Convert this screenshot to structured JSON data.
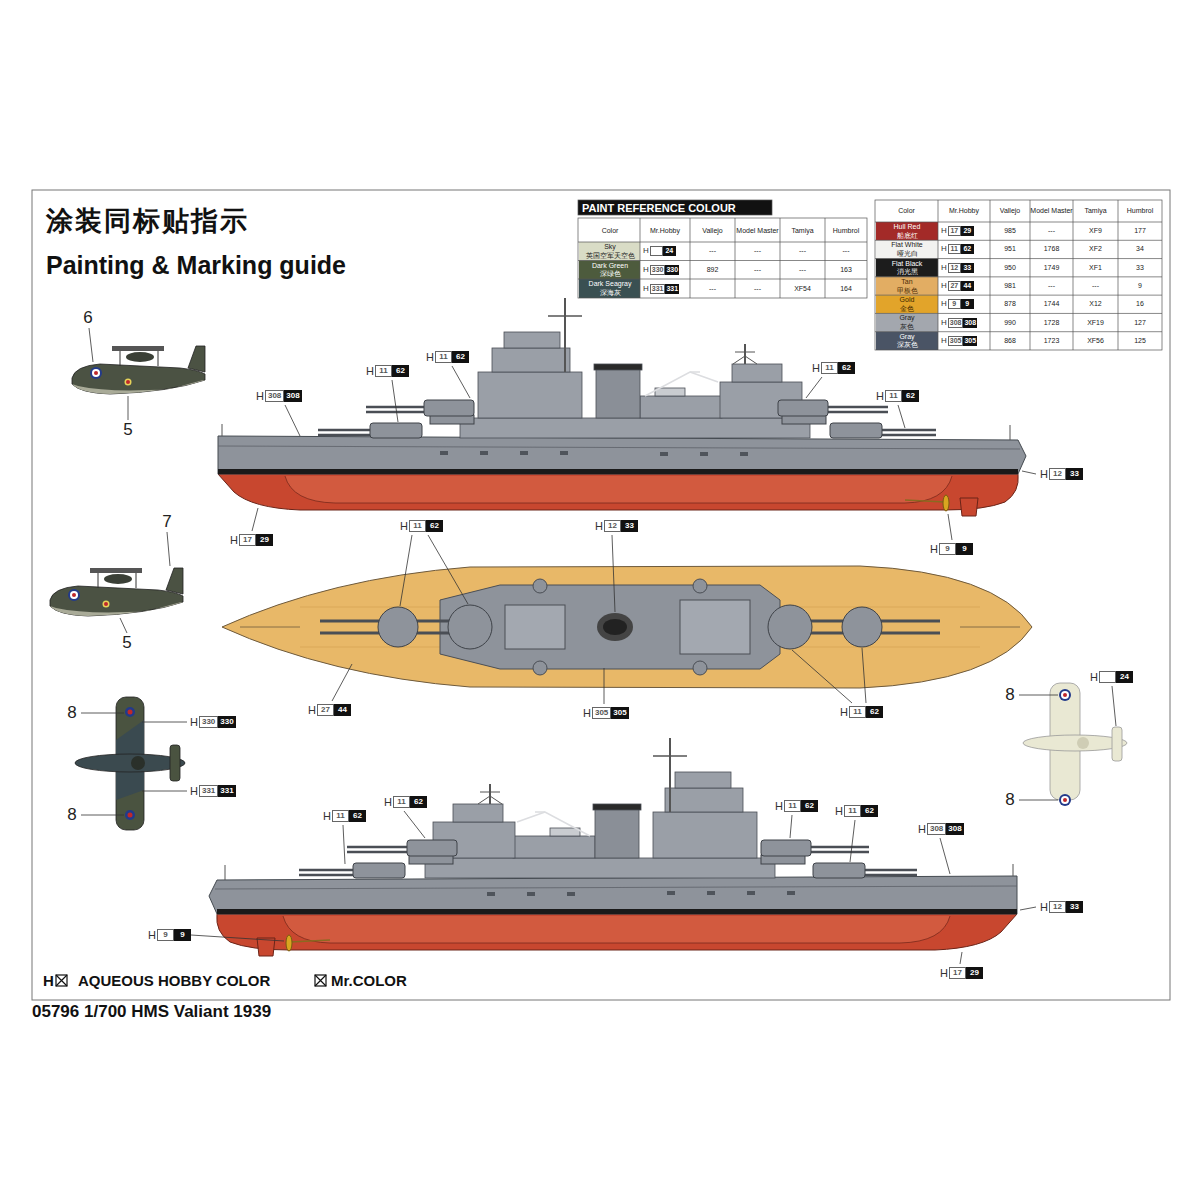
{
  "diagram": {
    "title": "Painting & Marking guide",
    "caption": "05796 1/700 HMS Valiant 1939",
    "labels": [
      "涂装同标贴指示",
      "PAINT REFERENCE COLOUR",
      "Color",
      "Mr.Hobby",
      "Vallejo",
      "Model Master",
      "Tamiya",
      "Humbrol",
      "Sky",
      "英国空军天空色",
      "H",
      "24",
      "---",
      "---",
      "---",
      "---",
      "Dark Green",
      "深绿色",
      "H",
      "330",
      "330",
      "892",
      "---",
      "---",
      "163",
      "Dark Seagray",
      "深海灰",
      "H",
      "331",
      "331",
      "---",
      "---",
      "XF54",
      "164",
      "Color",
      "Mr.Hobby",
      "Vallejo",
      "Model Master",
      "Tamiya",
      "Humbrol",
      "Hull Red",
      "船底红",
      "H",
      "17",
      "29",
      "985",
      "---",
      "XF9",
      "177",
      "Flat White",
      "哑光白",
      "H",
      "11",
      "62",
      "951",
      "1768",
      "XF2",
      "34",
      "Flat Black",
      "消光黑",
      "H",
      "12",
      "33",
      "950",
      "1749",
      "XF1",
      "33",
      "Tan",
      "甲板色",
      "H",
      "27",
      "44",
      "981",
      "---",
      "---",
      "9",
      "Gold",
      "金色",
      "H",
      "9",
      "9",
      "878",
      "1744",
      "X12",
      "16",
      "Gray",
      "灰色",
      "H",
      "308",
      "308",
      "990",
      "1728",
      "XF19",
      "127",
      "Gray",
      "深灰色",
      "H",
      "305",
      "305",
      "868",
      "1723",
      "XF56",
      "125",
      "6",
      "5",
      "7",
      "5",
      "8",
      "8",
      "H",
      "330",
      "330",
      "H",
      "331",
      "331",
      "8",
      "8",
      "H",
      "24",
      "H",
      "308",
      "308",
      "H",
      "11",
      "62",
      "H",
      "11",
      "62",
      "H",
      "11",
      "62",
      "H",
      "11",
      "62",
      "H",
      "12",
      "33",
      "H",
      "17",
      "29",
      "H",
      "9",
      "9",
      "H",
      "11",
      "62",
      "H",
      "12",
      "33",
      "H",
      "27",
      "44",
      "H",
      "305",
      "305",
      "H",
      "11",
      "62",
      "H",
      "11",
      "62",
      "H",
      "11",
      "62",
      "H",
      "11",
      "62",
      "H",
      "11",
      "62",
      "H",
      "308",
      "308",
      "H",
      "12",
      "33",
      "H",
      "9",
      "9",
      "H",
      "17",
      "29",
      "H"
    ],
    "legend": [
      {
        "text": "AQUEOUS HOBBY COLOR"
      },
      {
        "text": "Mr.COLOR"
      }
    ]
  }
}
